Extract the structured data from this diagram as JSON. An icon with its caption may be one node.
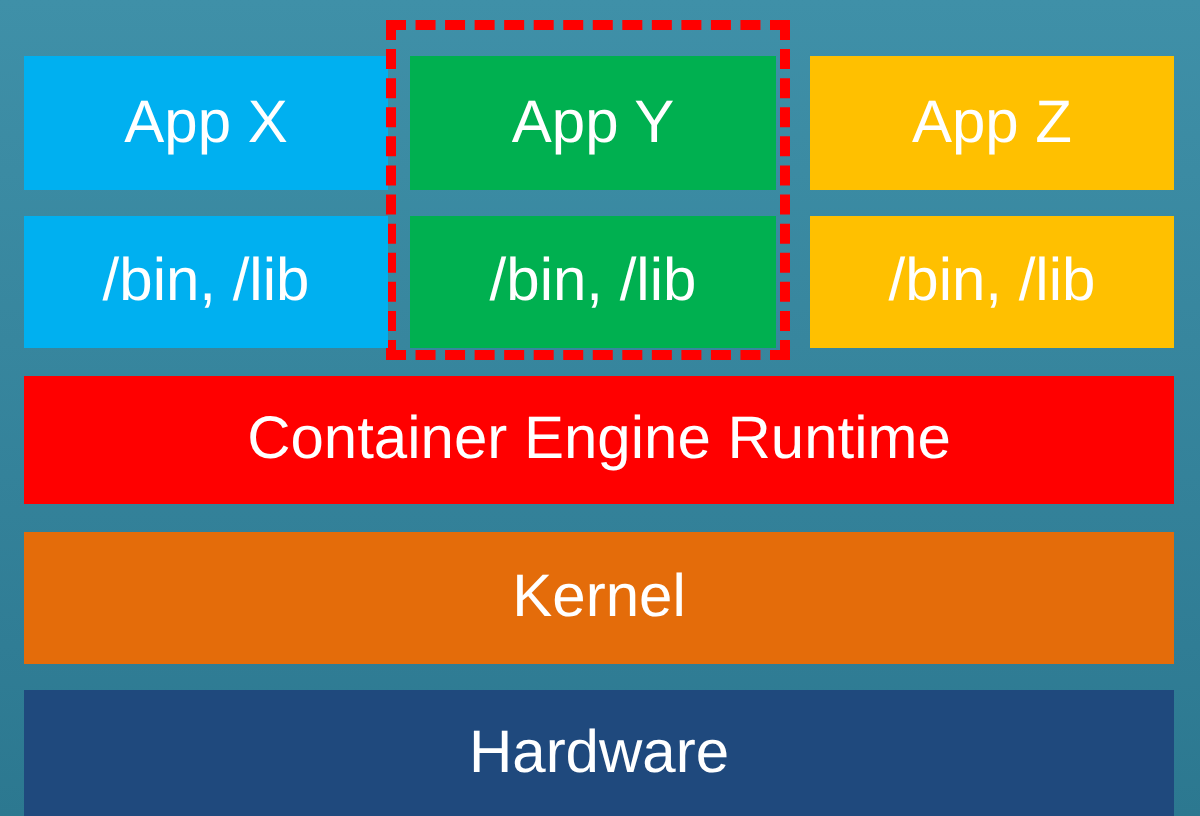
{
  "diagram": {
    "nodes": [
      {
        "text": [
          "App X"
        ]
      },
      {
        "text": [],
        "shape": "box"
      },
      {
        "text": [
          "App Y"
        ],
        "in": 1
      },
      {
        "text": [
          "App Z"
        ]
      },
      {
        "text": [
          "/bin, /lib"
        ]
      },
      {
        "text": [
          "/bin, /lib"
        ],
        "in": 1
      },
      {
        "text": [
          "/bin, /lib"
        ]
      },
      {
        "text": [
          "Container Engine Runtime"
        ]
      },
      {
        "text": [
          "Kernel"
        ]
      },
      {
        "text": [
          "Hardware"
        ]
      }
    ]
  }
}
